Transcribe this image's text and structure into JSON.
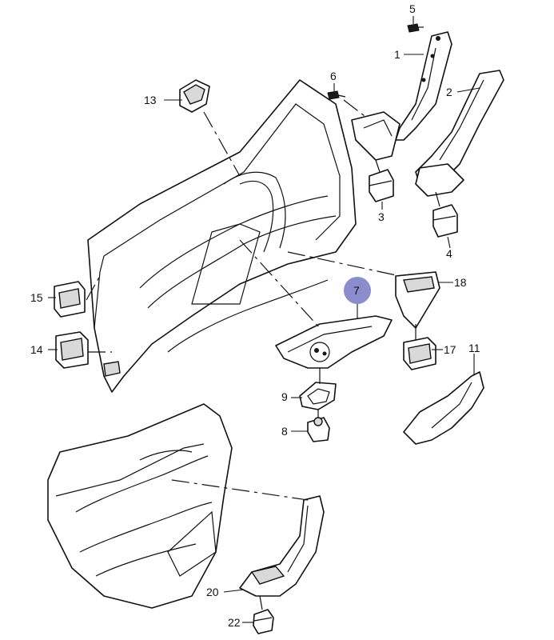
{
  "diagram": {
    "highlight_color": "#8a8ccc",
    "highlighted_part": "7",
    "callouts": [
      "1",
      "2",
      "3",
      "4",
      "5",
      "6",
      "7",
      "8",
      "9",
      "11",
      "13",
      "14",
      "15",
      "17",
      "18",
      "20",
      "22"
    ]
  }
}
